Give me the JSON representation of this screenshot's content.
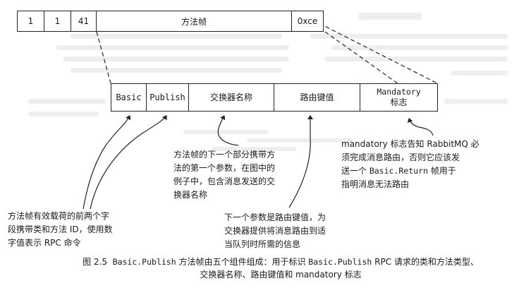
{
  "frame": {
    "cells": [
      "1",
      "1",
      "41",
      "方法帧",
      "0xce"
    ]
  },
  "payload": {
    "basic": "Basic",
    "publish": "Publish",
    "exchange": "交换器名称",
    "routing_key": "路由键值",
    "mandatory_line1": "Mandatory",
    "mandatory_line2": "标志"
  },
  "notes": {
    "n1_l1": "方法帧有效载荷的前两个字",
    "n1_l2": "段携带类和方法 ID，使用数",
    "n1_l3": "字值表示 RPC 命令",
    "n2_l1": "方法帧的下一个部分携带方",
    "n2_l2": "法的第一个参数，在图中的",
    "n2_l3": "例子中，包含消息发送的交",
    "n2_l4": "换器名称",
    "n3_l1": "下一个参数是路由键值，为",
    "n3_l2": "交换器提供将消息路由到适",
    "n3_l3": "当队列时所需的信息",
    "n4_l1": "mandatory 标志告知 RabbitMQ 必",
    "n4_l2": "须完成消息路由，否则它应该发",
    "n4_l3a": "送一个 ",
    "n4_l3b": "Basic.Return",
    "n4_l3c": " 帧用于",
    "n4_l4": "指明消息无法路由"
  },
  "caption": {
    "fig": "图 2.5",
    "code1": "Basic.Publish",
    "text1": " 方法帧由五个组件组成：用于标识 ",
    "code2": "Basic.Publish",
    "text2": " RPC 请求的类和方法类型、",
    "line2": "交换器名称、路由键值和 mandatory 标志"
  }
}
